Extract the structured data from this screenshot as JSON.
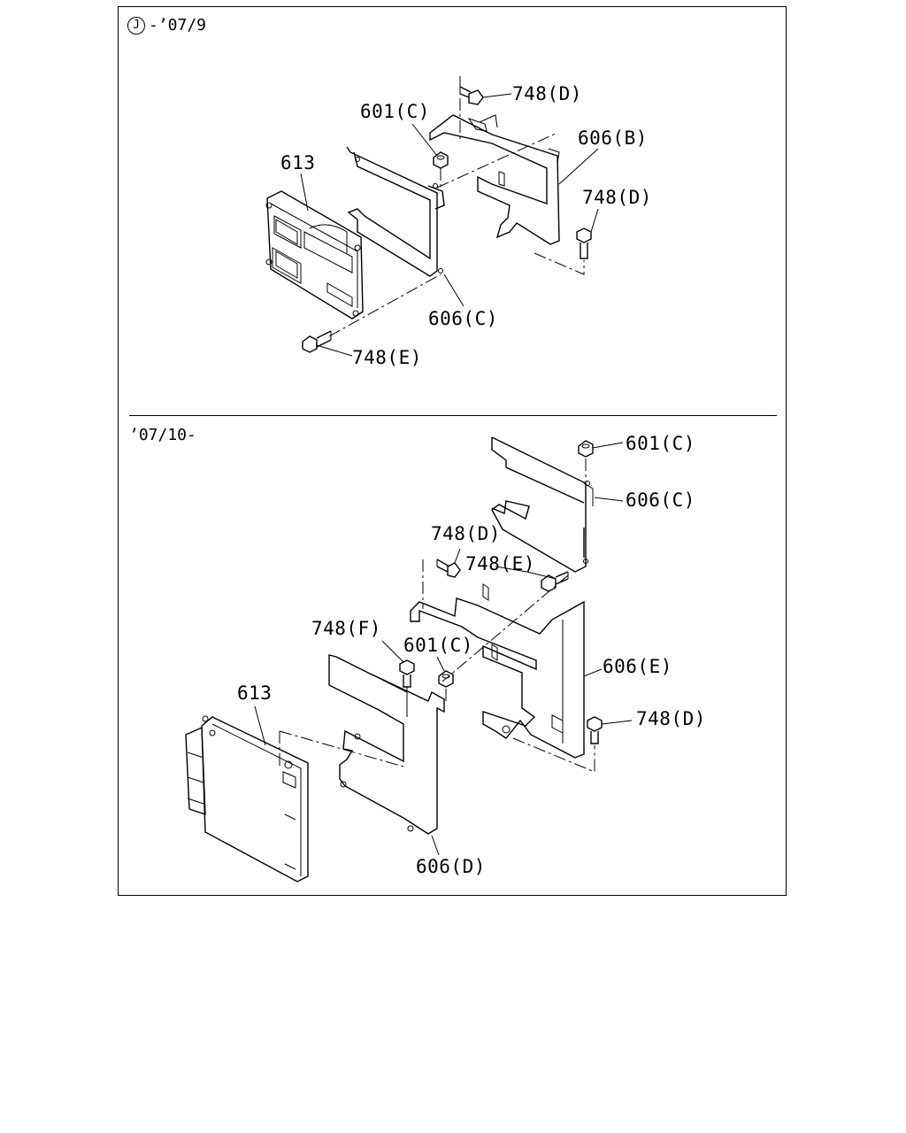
{
  "sections": [
    {
      "header": {
        "badge": "J",
        "text": "-’07/9"
      },
      "labels": [
        "748(D)",
        "601(C)",
        "606(B)",
        "613",
        "748(D)",
        "606(C)",
        "748(E)"
      ]
    },
    {
      "header": {
        "text": "’07/10-"
      },
      "labels": [
        "601(C)",
        "606(C)",
        "748(D)",
        "748(E)",
        "748(F)",
        "601(C)",
        "606(E)",
        "613",
        "748(D)",
        "606(D)"
      ]
    }
  ]
}
